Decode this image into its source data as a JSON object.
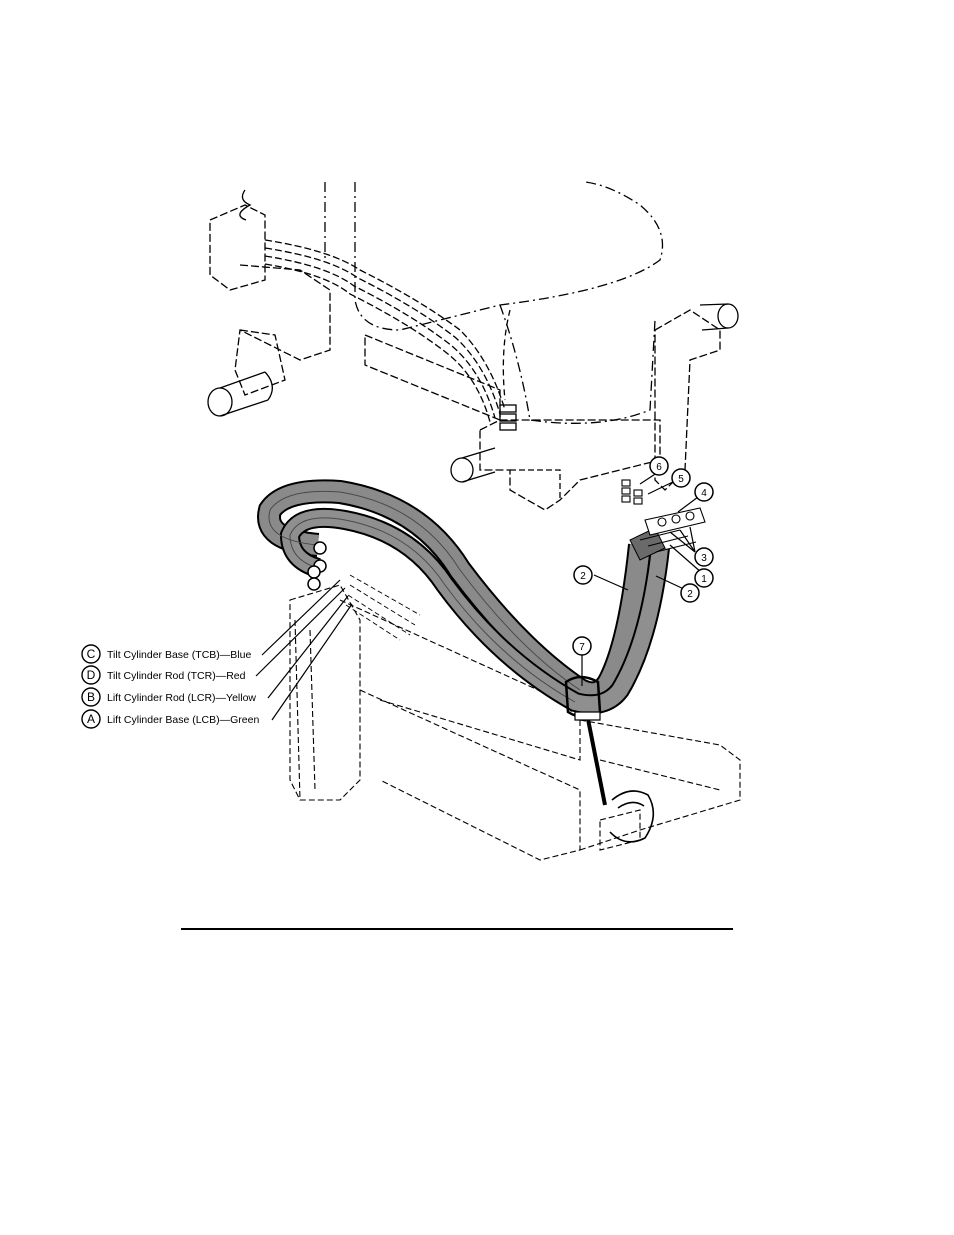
{
  "callouts": {
    "c1": "1",
    "c2a": "2",
    "c2b": "2",
    "c3": "3",
    "c4": "4",
    "c5": "5",
    "c6": "6",
    "c7": "7"
  },
  "legend": [
    {
      "letter": "C",
      "label": "Tilt Cylinder Base (TCB)—Blue"
    },
    {
      "letter": "D",
      "label": "Tilt Cylinder Rod (TCR)—Red"
    },
    {
      "letter": "B",
      "label": "Lift Cylinder Rod (LCR)—Yellow"
    },
    {
      "letter": "A",
      "label": "Lift Cylinder Base (LCB)—Green"
    }
  ]
}
